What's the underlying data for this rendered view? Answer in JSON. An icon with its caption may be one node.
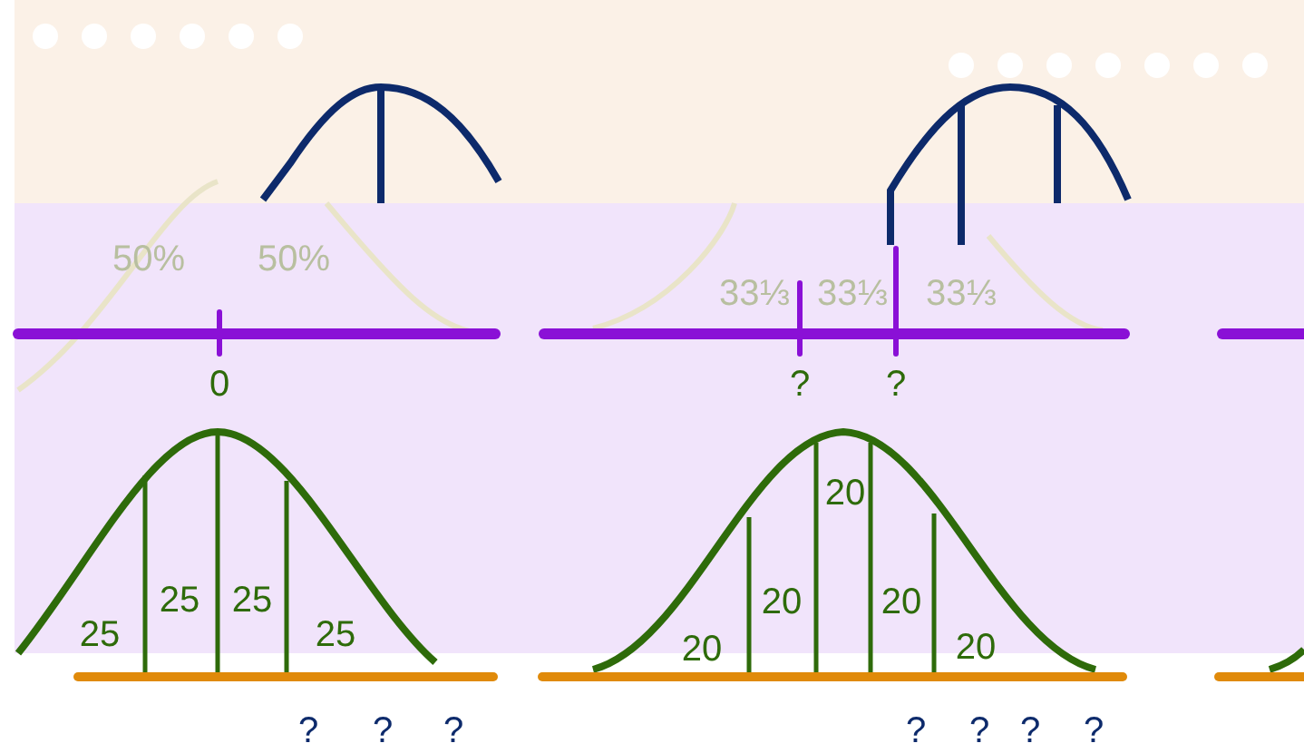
{
  "diagram": {
    "labels": [
      "50%",
      "50%",
      "0",
      "33⅓",
      "33⅓",
      "33⅓",
      "?",
      "?",
      "25",
      "25",
      "25",
      "25",
      "20",
      "20",
      "20",
      "20",
      "20",
      "?",
      "?",
      "?",
      "?",
      "?",
      "?",
      "?"
    ]
  }
}
